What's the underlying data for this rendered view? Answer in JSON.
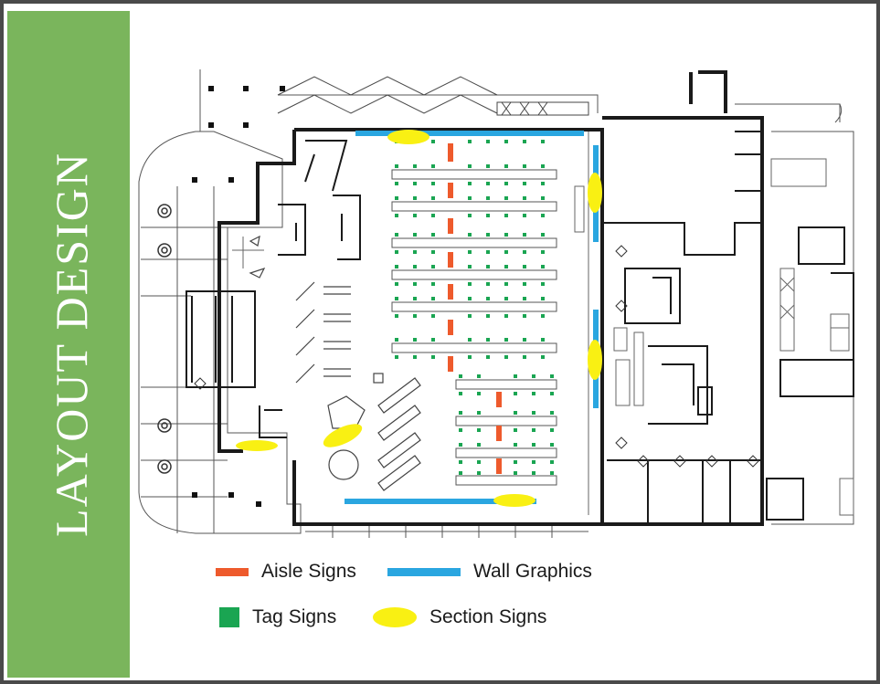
{
  "title": "LAYOUT DESIGN",
  "colors": {
    "sidebar": "#7ab55c",
    "aisle_signs": "#ee5a2c",
    "wall_graphics": "#2aa6e0",
    "tag_signs": "#1aa552",
    "section_signs": "#f9f013",
    "walls": "#1a1a1a"
  },
  "legend": [
    {
      "label": "Aisle Signs",
      "symbol": "orange-bar"
    },
    {
      "label": "Wall Graphics",
      "symbol": "blue-bar"
    },
    {
      "label": "Tag Signs",
      "symbol": "green-square"
    },
    {
      "label": "Section Signs",
      "symbol": "yellow-ellipse"
    }
  ]
}
